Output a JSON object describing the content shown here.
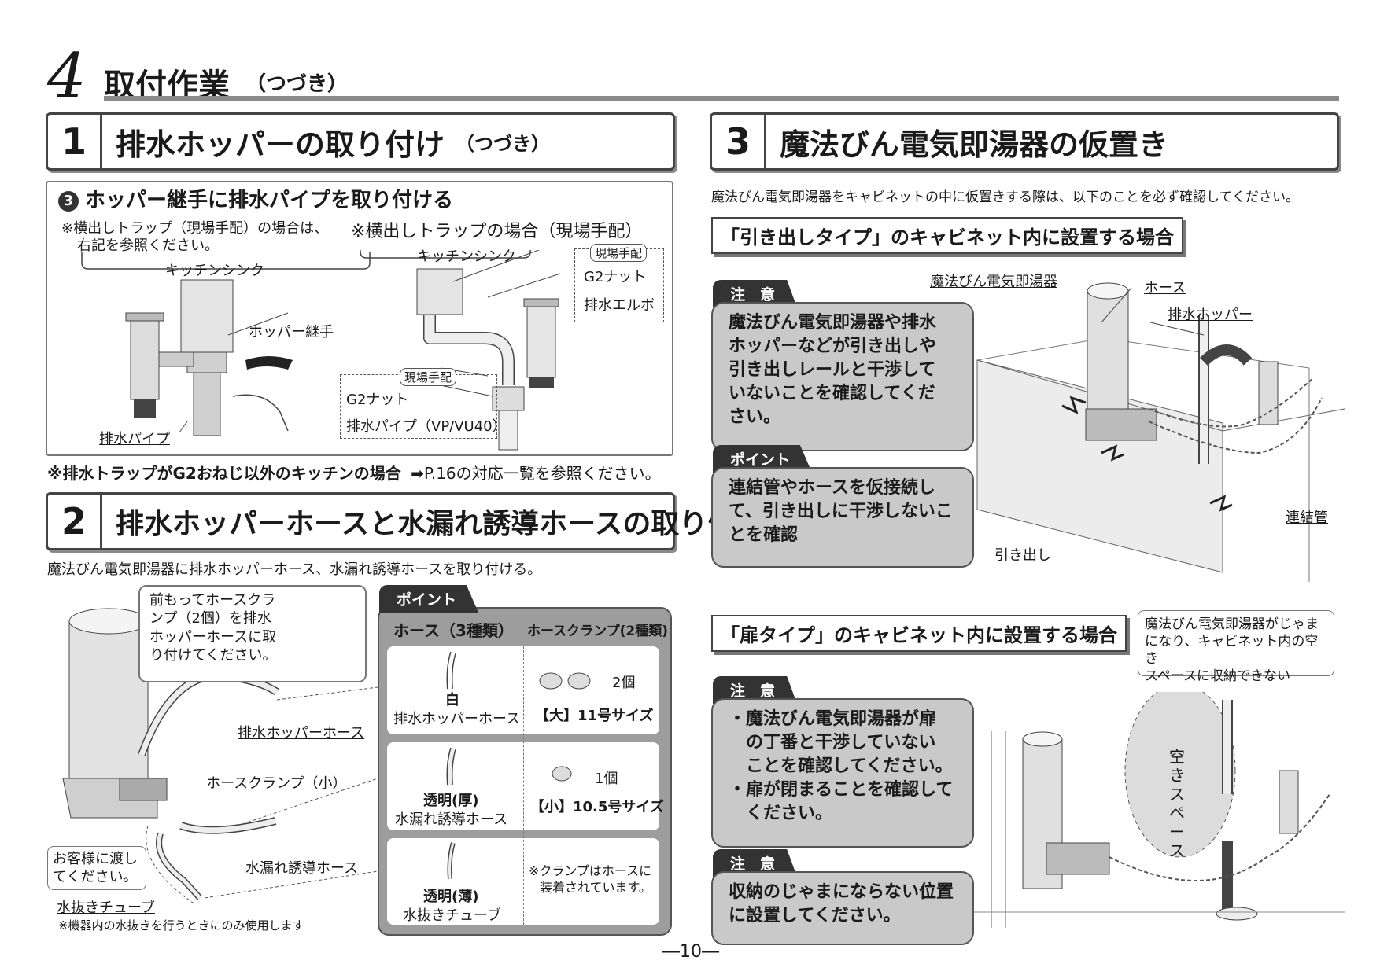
{
  "header": {
    "chapter_number": "4",
    "title": "取付作業",
    "subtitle": "（つづき）"
  },
  "sec1": {
    "number": "1",
    "title": "排水ホッパーの取り付け",
    "title_suffix": "（つづき）",
    "step_badge": "3",
    "step_title": "ホッパー継手に排水パイプを取り付ける",
    "note_line1": "※横出しトラップ（現場手配）の場合は、",
    "note_line2": "右記を参照ください。",
    "sink_left": "キッチンシンク",
    "hopper_joint": "ホッパー継手",
    "drain_pipe": "排水パイプ",
    "side_trap_title": "※横出しトラップの場合（現場手配）",
    "sink_right": "キッチンシンク",
    "site_supply": "現場手配",
    "g2_nut": "G2ナット",
    "drain_elbow": "排水エルボ",
    "site_supply2": "現場手配",
    "g2_nut2": "G2ナット",
    "drain_pipe_vp": "排水パイプ（VP/VU40）",
    "footnote": "※排水トラップがG2おねじ以外のキッチンの場合",
    "footnote_ref": "➡P.16の対応一覧を参照ください。"
  },
  "sec2": {
    "number": "2",
    "title": "排水ホッパーホースと水漏れ誘導ホースの取り付け",
    "intro": "魔法びん電気即湯器に排水ホッパーホース、水漏れ誘導ホースを取り付ける。",
    "bubble_lines": [
      "前もってホースクラ",
      "ンプ（2個）を排水",
      "ホッパーホースに取",
      "り付けてください。"
    ],
    "hopper_hose": "排水ホッパーホース",
    "clamp_small": "ホースクランプ（小）",
    "leak_hose": "水漏れ誘導ホース",
    "customer_lines": [
      "お客様に渡し",
      "てください。"
    ],
    "drain_tube": "水抜きチューブ",
    "drain_tube_note": "※機器内の水抜きを行うときにのみ使用します",
    "point_tag": "ポイント",
    "col_hose": "ホース（3種類）",
    "col_clamp": "ホースクランプ(2種類)",
    "rows": [
      {
        "color": "白",
        "name": "排水ホッパーホース",
        "count": "2個",
        "size": "【大】11号サイズ"
      },
      {
        "color": "透明(厚)",
        "name": "水漏れ誘導ホース",
        "count": "1個",
        "size": "【小】10.5号サイズ"
      },
      {
        "color": "透明(薄)",
        "name": "水抜きチューブ",
        "note_lines": [
          "※クランプはホースに",
          "装着されています。"
        ]
      }
    ]
  },
  "sec3": {
    "number": "3",
    "title": "魔法びん電気即湯器の仮置き",
    "intro": "魔法びん電気即湯器をキャビネットの中に仮置きする際は、以下のことを必ず確認してください。",
    "drawer_head": "「引き出しタイプ」のキャビネット内に設置する場合",
    "caution_tag": "注　意",
    "caution1_lines": [
      "魔法びん電気即湯器や排水",
      "ホッパーなどが引き出しや",
      "引き出しレールと干渉して",
      "いないことを確認してくだ",
      "さい。"
    ],
    "point_tag": "ポイント",
    "point_lines": [
      "連結管やホースを仮接続し",
      "て、引き出しに干渉しないこ",
      "とを確認"
    ],
    "lbl_heater": "魔法びん電気即湯器",
    "lbl_hose": "ホース",
    "lbl_hopper": "排水ホッパー",
    "lbl_pipe": "連結管",
    "lbl_drawer": "引き出し",
    "door_head": "「扉タイプ」のキャビネット内に設置する場合",
    "door_note_lines": [
      "魔法びん電気即湯器がじゃま",
      "になり、キャビネット内の空き",
      "スペースに収納できない"
    ],
    "caution2_tag": "注　意",
    "caution2_lines": [
      "・魔法びん電気即湯器が扉",
      "　の丁番と干渉していない",
      "　ことを確認してください。",
      "・扉が閉まることを確認して",
      "　ください。"
    ],
    "caution3_tag": "注　意",
    "caution3_lines": [
      "収納のじゃまにならない位置",
      "に設置してください。"
    ],
    "free_space": "空きスペース"
  },
  "page_number": "―10―"
}
